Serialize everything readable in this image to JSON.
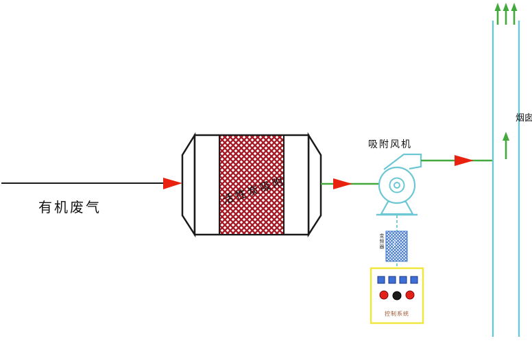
{
  "diagram": {
    "labels": {
      "inlet": "有机废气",
      "adsorber": "活性炭吸附",
      "fan": "吸附风机",
      "stack": "烟囱",
      "inverter": "变频器",
      "inverter_symbol": "f",
      "control": "控制系统"
    }
  },
  "colors": {
    "line_black": "#1a1a1a",
    "arrow_red": "#e8220e",
    "flow_green": "#44a93c",
    "equipment_cyan": "#6cc7d4",
    "carbon_hatch_red": "#a51c28",
    "inverter_hatch_blue": "#3b74c9",
    "control_border_yellow": "#efe63e",
    "button_blue": "#3f6fd6",
    "indicator_red": "#e32119",
    "indicator_black": "#1b1b1b",
    "control_label_color": "#a0522d"
  }
}
